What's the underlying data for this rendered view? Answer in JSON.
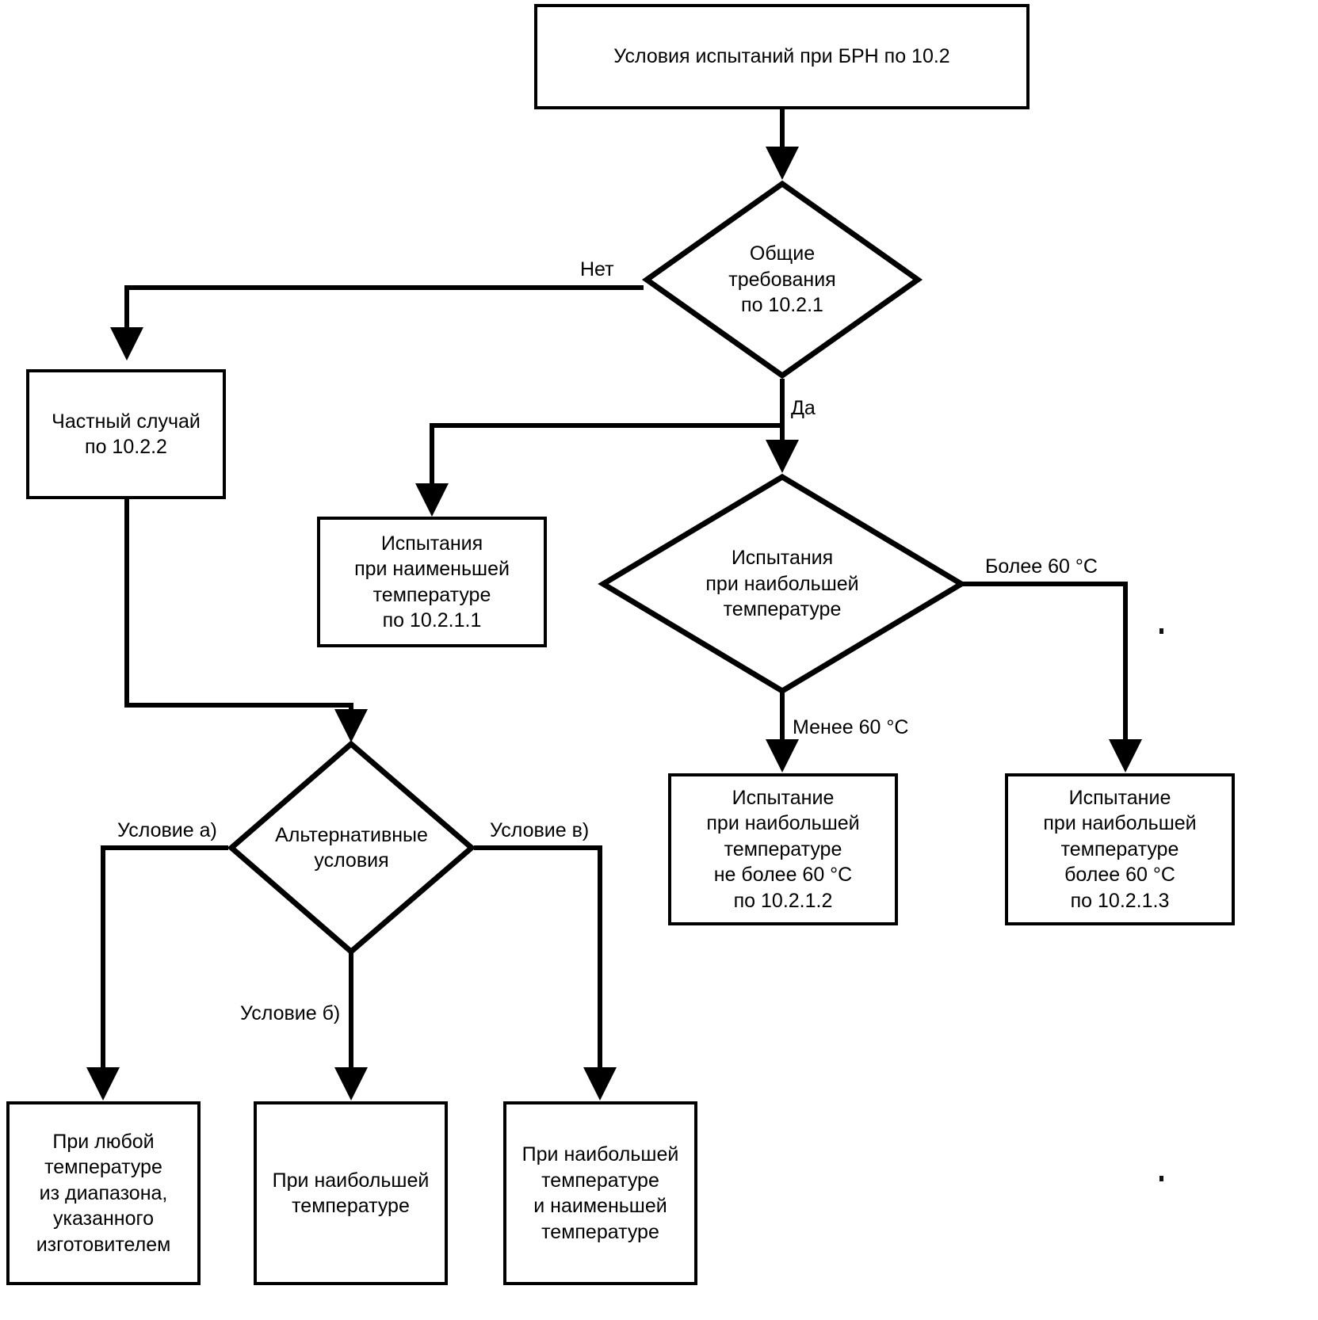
{
  "diagram": {
    "type": "flowchart",
    "title_node": "start",
    "nodes": [
      {
        "id": "start",
        "shape": "rect",
        "label": "Условия испытаний при БРН по 10.2"
      },
      {
        "id": "general-requirements",
        "shape": "diamond",
        "label": "Общие\nтребования\nпо 10.2.1"
      },
      {
        "id": "special-case",
        "shape": "rect",
        "label": "Частный случай\nпо 10.2.2"
      },
      {
        "id": "lowest-temp-test",
        "shape": "rect",
        "label": "Испытания\nпри наименьшей\nтемпературе\nпо 10.2.1.1"
      },
      {
        "id": "highest-temp-decision",
        "shape": "diamond",
        "label": "Испытания\nпри наибольшей\nтемпературе"
      },
      {
        "id": "highest-temp-le60",
        "shape": "rect",
        "label": "Испытание\nпри наибольшей\nтемпературе\nне более 60 °C\nпо 10.2.1.2"
      },
      {
        "id": "highest-temp-gt60",
        "shape": "rect",
        "label": "Испытание\nпри наибольшей\nтемпературе\nболее 60 °C\nпо 10.2.1.3"
      },
      {
        "id": "alternative-conditions",
        "shape": "diamond",
        "label": "Альтернативные\nусловия"
      },
      {
        "id": "any-temp-range",
        "shape": "rect",
        "label": "При любой\nтемпературе\nиз диапазона,\nуказанного\nизготовителем"
      },
      {
        "id": "highest-temp-only",
        "shape": "rect",
        "label": "При наибольшей\nтемпературе"
      },
      {
        "id": "highest-and-lowest-temp",
        "shape": "rect",
        "label": "При наибольшей\nтемпературе\nи наименьшей\nтемпературе"
      }
    ],
    "edge_labels": {
      "no": "Нет",
      "yes": "Да",
      "more_than_60": "Более 60 °C",
      "less_than_60": "Менее 60 °C",
      "condition_a": "Условие а)",
      "condition_b": "Условие б)",
      "condition_v": "Условие в)"
    },
    "colors": {
      "stroke": "#000000",
      "fill": "#ffffff",
      "text": "#000000"
    }
  }
}
